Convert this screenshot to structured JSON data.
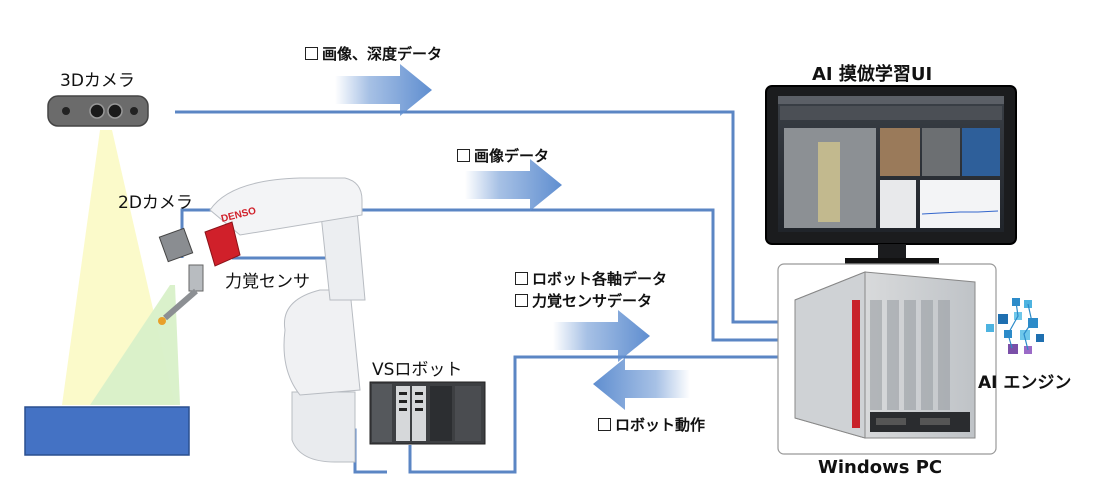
{
  "labels": {
    "cam3d": "3Dカメラ",
    "cam2d": "2Dカメラ",
    "force_sensor": "力覚センサ",
    "vs_robot": "VSロボット",
    "robot_brand": "DENSO",
    "ui_title": "AI 摸倣学習UI",
    "pc": "Windows PC",
    "ai_engine": "AI エンジン"
  },
  "flows": {
    "image_depth": "画像、深度データ",
    "image": "画像データ",
    "robot_axes": "ロボット各軸データ",
    "force_data": "力覚センサデータ",
    "robot_motion": "ロボット動作"
  },
  "colors": {
    "line": "#5b86c4",
    "arrow": "#5f8ed0",
    "block": "#4472c4",
    "camera_beam": "#fbfac4",
    "sensor_beam": "#d8f0c8",
    "robot_red": "#d0202a"
  }
}
